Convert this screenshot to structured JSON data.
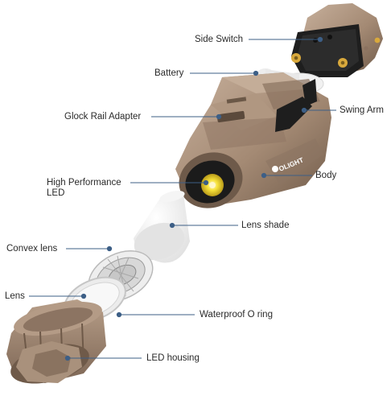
{
  "brand_logo_text": "OLIGHT",
  "labels": {
    "side_switch": "Side Switch",
    "battery": "Battery",
    "swing_arm": "Swing Arm",
    "glock_rail_adapter": "Glock Rail Adapter",
    "body": "Body",
    "high_performance_led_line1": "High Performance",
    "high_performance_led_line2": "LED",
    "lens_shade": "Lens shade",
    "convex_lens": "Convex lens",
    "lens": "Lens",
    "waterproof_o_ring": "Waterproof O ring",
    "led_housing": "LED housing"
  },
  "colors": {
    "tan": "#a48a74",
    "tan_dark": "#7a6352",
    "tan_light": "#c3ab95",
    "black": "#1e1e1e",
    "gold": "#d9a93c",
    "leader": "#3d5f86",
    "led_yellow": "#f7e23a"
  }
}
